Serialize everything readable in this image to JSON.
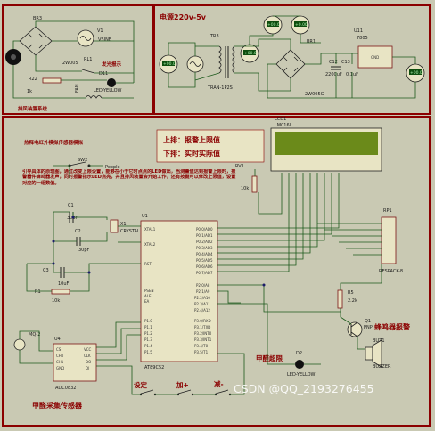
{
  "sections": {
    "exhaust": "排风装置系统",
    "power": "电源220v-5v",
    "sensor": "甲醛采集传感器"
  },
  "annotations": {
    "light_alarm": "发光报示",
    "display_title": "热释电红外模拟传感器模拟",
    "lcd_line1": "上排：报警上限值",
    "lcd_line2": "下排：实时实际值",
    "description": "引导具体的原理图，通过改变上限设置，能够在小于它时点点的LED做出，当测量值达到报警上限时，报警器件蜂鸣器发声，同时报警指示LED点亮，并且排风装置会开始工作，还有按键可以修改上限值，设置对应的一组数值。",
    "buzzer_alarm": "蜂鸣器报警",
    "exceed": "甲醛超限",
    "set": "设定",
    "plus": "加+",
    "minus": "减-"
  },
  "components": {
    "br3": "BR3",
    "v1": "V1",
    "v1_val": "VSINE",
    "rl1": "RL1",
    "rl1_val": "2W005",
    "r22": "R22",
    "r22_val": "1k",
    "d11": "D11",
    "d11_val": "LED-YELLOW",
    "fan": "FAN",
    "tr3": "TR3",
    "tr3_val": "TRAN-1P2S",
    "br1": "BR1",
    "br1_val": "2W005G",
    "u11": "U11",
    "u11_val": "7805",
    "c12": "C12",
    "c12_val": "2200uF",
    "c13": "C13",
    "c13_val": "0.1uF",
    "lcd1": "LCD1",
    "lcd1_val": "LM016L",
    "sw2": "SW2",
    "rv1": "RV1",
    "rv1_val": "10k",
    "rp1": "RP1",
    "rp1_val": "RESPACK-8",
    "c1": "C1",
    "c1_val": "30pF",
    "c2": "C2",
    "c2_val": "30pF",
    "x1": "X1",
    "x1_val": "CRYSTAL",
    "c3": "C3",
    "c3_val": "10uF",
    "r1": "R1",
    "r1_val": "10k",
    "u1": "U1",
    "u1_val": "AT89C52",
    "r5": "R5",
    "r5_val": "2.2k",
    "q1": "Q1",
    "q1_val": "PNP",
    "buz1": "BUZ1",
    "buz1_val": "BUZZER",
    "mq2": "MQ-2",
    "u4": "U4",
    "u4_val": "ADC0832",
    "d2": "D2",
    "d2_val": "LED-YELLOW",
    "people": "People"
  },
  "meters": {
    "m1": "+00.0",
    "m2": "+00.0",
    "m3": "+00.0",
    "m4": "+0.00",
    "m5": "+00.0"
  },
  "watermark": "CSDN @QQ_2193276455",
  "colors": {
    "background": "#c9c9b3",
    "frame": "#8b0000",
    "lcd": "#6b8a1a",
    "wire": "#1c5a1c"
  }
}
